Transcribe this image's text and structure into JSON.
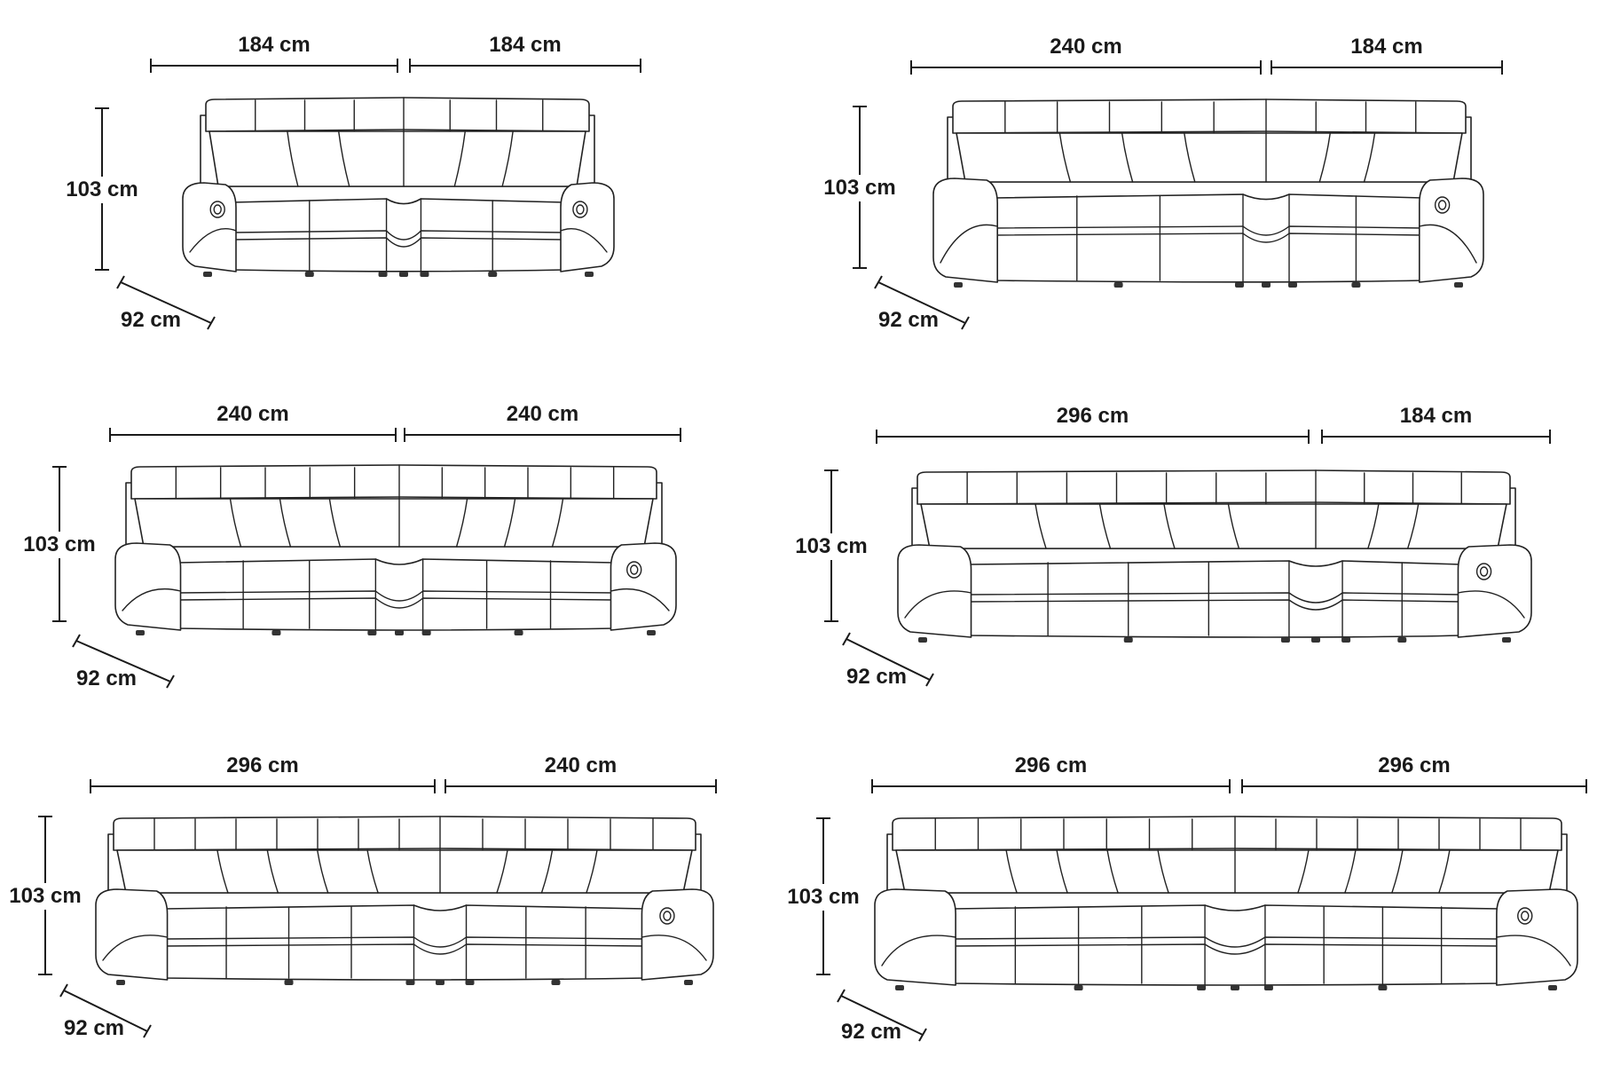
{
  "diagrams": [
    {
      "left_width": "184 cm",
      "right_width": "184 cm",
      "height": "103 cm",
      "depth": "92 cm",
      "left_seats": 2,
      "right_seats": 2
    },
    {
      "left_width": "240 cm",
      "right_width": "184 cm",
      "height": "103 cm",
      "depth": "92 cm",
      "left_seats": 3,
      "right_seats": 2
    },
    {
      "left_width": "240 cm",
      "right_width": "240 cm",
      "height": "103 cm",
      "depth": "92 cm",
      "left_seats": 3,
      "right_seats": 3
    },
    {
      "left_width": "296 cm",
      "right_width": "184 cm",
      "height": "103 cm",
      "depth": "92 cm",
      "left_seats": 4,
      "right_seats": 2
    },
    {
      "left_width": "296 cm",
      "right_width": "240 cm",
      "height": "103 cm",
      "depth": "92 cm",
      "left_seats": 4,
      "right_seats": 3
    },
    {
      "left_width": "296 cm",
      "right_width": "296 cm",
      "height": "103 cm",
      "depth": "92 cm",
      "left_seats": 4,
      "right_seats": 4
    }
  ]
}
